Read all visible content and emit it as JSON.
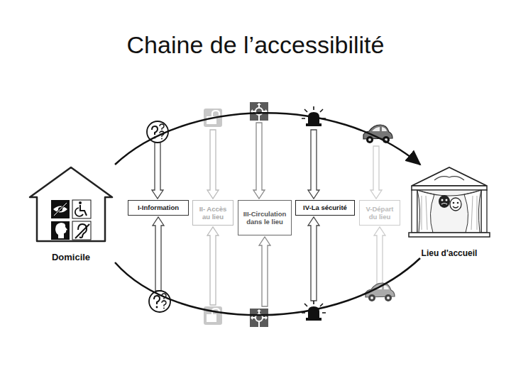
{
  "diagram": {
    "title": "Chaine de l’accessibilité",
    "nodes": [
      {
        "text": [
          "Domicile"
        ]
      },
      {
        "text": [
          "I-Information"
        ]
      },
      {
        "text": [
          "II- Accès au lieu"
        ]
      },
      {
        "text": [
          "III-Circulation dans le lieu"
        ]
      },
      {
        "text": [
          "IV-La sécurité"
        ]
      },
      {
        "text": [
          "V-Départ du lieu"
        ]
      },
      {
        "text": [
          "Lieu d'accueil"
        ]
      }
    ],
    "edges": [
      {
        "from": 0,
        "to": 6,
        "arrow": "to"
      },
      {
        "from": 0,
        "to": 6,
        "arrow": "none"
      }
    ]
  }
}
